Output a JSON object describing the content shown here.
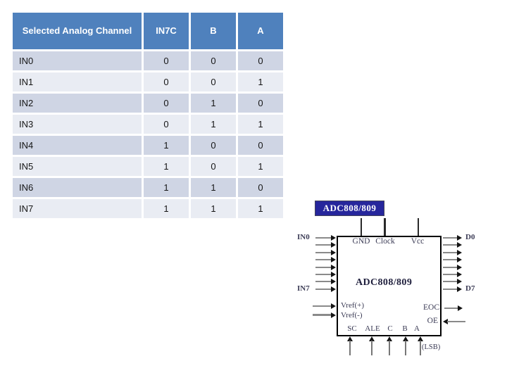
{
  "table": {
    "headers": [
      "Selected Analog Channel",
      "IN7C",
      "B",
      "A"
    ],
    "rows": [
      {
        "channel": "IN0",
        "in7c": "0",
        "b": "0",
        "a": "0"
      },
      {
        "channel": "IN1",
        "in7c": "0",
        "b": "0",
        "a": "1"
      },
      {
        "channel": "IN2",
        "in7c": "0",
        "b": "1",
        "a": "0"
      },
      {
        "channel": "IN3",
        "in7c": "0",
        "b": "1",
        "a": "1"
      },
      {
        "channel": "IN4",
        "in7c": "1",
        "b": "0",
        "a": "0"
      },
      {
        "channel": "IN5",
        "in7c": "1",
        "b": "0",
        "a": "1"
      },
      {
        "channel": "IN6",
        "in7c": "1",
        "b": "1",
        "a": "0"
      },
      {
        "channel": "IN7",
        "in7c": "1",
        "b": "1",
        "a": "1"
      }
    ],
    "colors": {
      "header_bg": "#4f81bd",
      "row_dark": "#cfd5e4",
      "row_light": "#e9ecf3",
      "header_text": "#ffffff"
    }
  },
  "diagram": {
    "title_box_label": "ADC808/809",
    "chip_label": "ADC808/809",
    "pins": {
      "top": [
        "GND",
        "Clock",
        "Vcc"
      ],
      "left_top": "IN0",
      "left_bottom": "IN7",
      "right_top": "D0",
      "right_bottom": "D7",
      "vref_pos": "Vref(+)",
      "vref_neg": "Vref(-)",
      "eoc": "EOC",
      "oe": "OE",
      "bottom": [
        "SC",
        "ALE",
        "C",
        "B",
        "A"
      ],
      "lsb_note": "(LSB)"
    },
    "colors": {
      "title_box_bg": "#26269c",
      "chip_border": "#000000",
      "wire": "#8a8a8a",
      "arrowhead": "#141414",
      "label_text": "#3b3b55"
    }
  }
}
